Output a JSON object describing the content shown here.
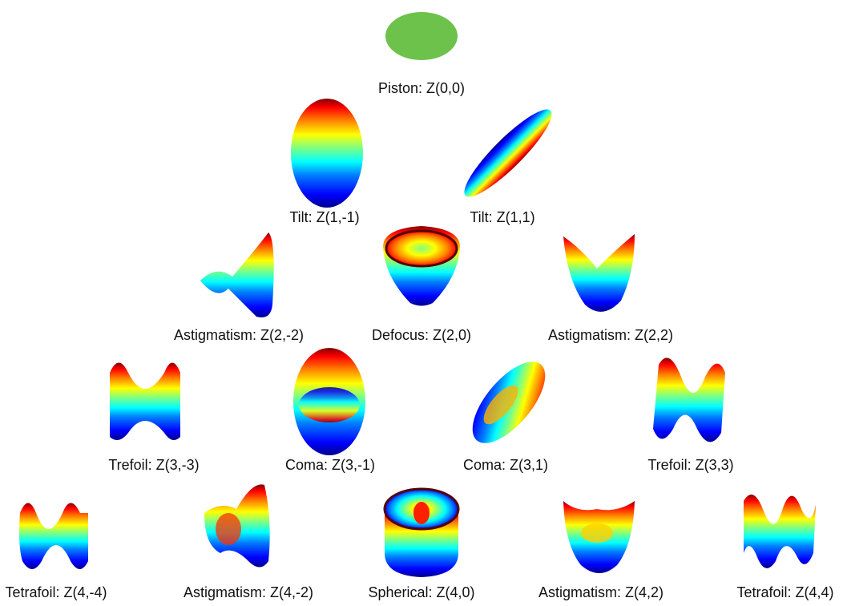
{
  "colors": {
    "piston": "#6cc24a",
    "jet": [
      "#00008f",
      "#0000ff",
      "#0080ff",
      "#00ffff",
      "#80ff80",
      "#ffff00",
      "#ff8000",
      "#ff0000",
      "#800000"
    ]
  },
  "modes": [
    {
      "id": "z00",
      "label": "Piston: Z(0,0)",
      "icon": "flat-disc-icon"
    },
    {
      "id": "z1m1",
      "label": "Tilt: Z(1,-1)",
      "icon": "vertical-tilt-icon"
    },
    {
      "id": "z11",
      "label": "Tilt: Z(1,1)",
      "icon": "diagonal-tilt-icon"
    },
    {
      "id": "z2m2",
      "label": "Astigmatism: Z(2,-2)",
      "icon": "saddle-icon"
    },
    {
      "id": "z20",
      "label": "Defocus: Z(2,0)",
      "icon": "bowl-icon"
    },
    {
      "id": "z22",
      "label": "Astigmatism: Z(2,2)",
      "icon": "saddle-icon"
    },
    {
      "id": "z3m3",
      "label": "Trefoil: Z(3,-3)",
      "icon": "trefoil-icon"
    },
    {
      "id": "z3m1",
      "label": "Coma: Z(3,-1)",
      "icon": "coma-icon"
    },
    {
      "id": "z31",
      "label": "Coma: Z(3,1)",
      "icon": "coma-icon"
    },
    {
      "id": "z33",
      "label": "Trefoil: Z(3,3)",
      "icon": "trefoil-icon"
    },
    {
      "id": "z4m4",
      "label": "Tetrafoil: Z(4,-4)",
      "icon": "tetrafoil-icon"
    },
    {
      "id": "z4m2",
      "label": "Astigmatism: Z(4,-2)",
      "icon": "secondary-astigmatism-icon"
    },
    {
      "id": "z40",
      "label": "Spherical: Z(4,0)",
      "icon": "spherical-icon"
    },
    {
      "id": "z42",
      "label": "Astigmatism: Z(4,2)",
      "icon": "secondary-astigmatism-icon"
    },
    {
      "id": "z44",
      "label": "Tetrafoil: Z(4,4)",
      "icon": "tetrafoil-icon"
    }
  ]
}
